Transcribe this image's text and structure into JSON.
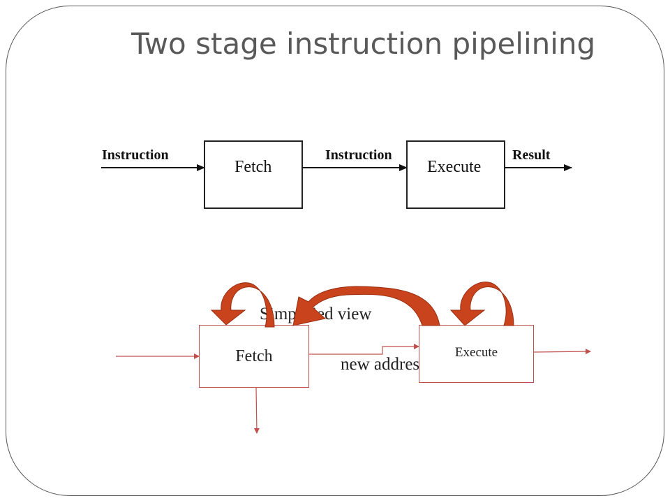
{
  "slide": {
    "title": "Two stage instruction pipelining"
  },
  "diagram1": {
    "input_label": "Instruction",
    "fetch_label": "Fetch",
    "middle_label": "Instruction",
    "execute_label": "Execute",
    "output_label": "Result"
  },
  "diagram2": {
    "fetch_label": "Fetch",
    "execute_label": "Execute",
    "text_simplified": "Simplified view",
    "text_new_address": "new address wait"
  },
  "colors": {
    "frame": "#555555",
    "title": "#595959",
    "box_border_dark": "#222222",
    "box_border_red": "#c0504d",
    "arrow_red": "#c0504d",
    "loop_arrow": "#c9441c"
  }
}
